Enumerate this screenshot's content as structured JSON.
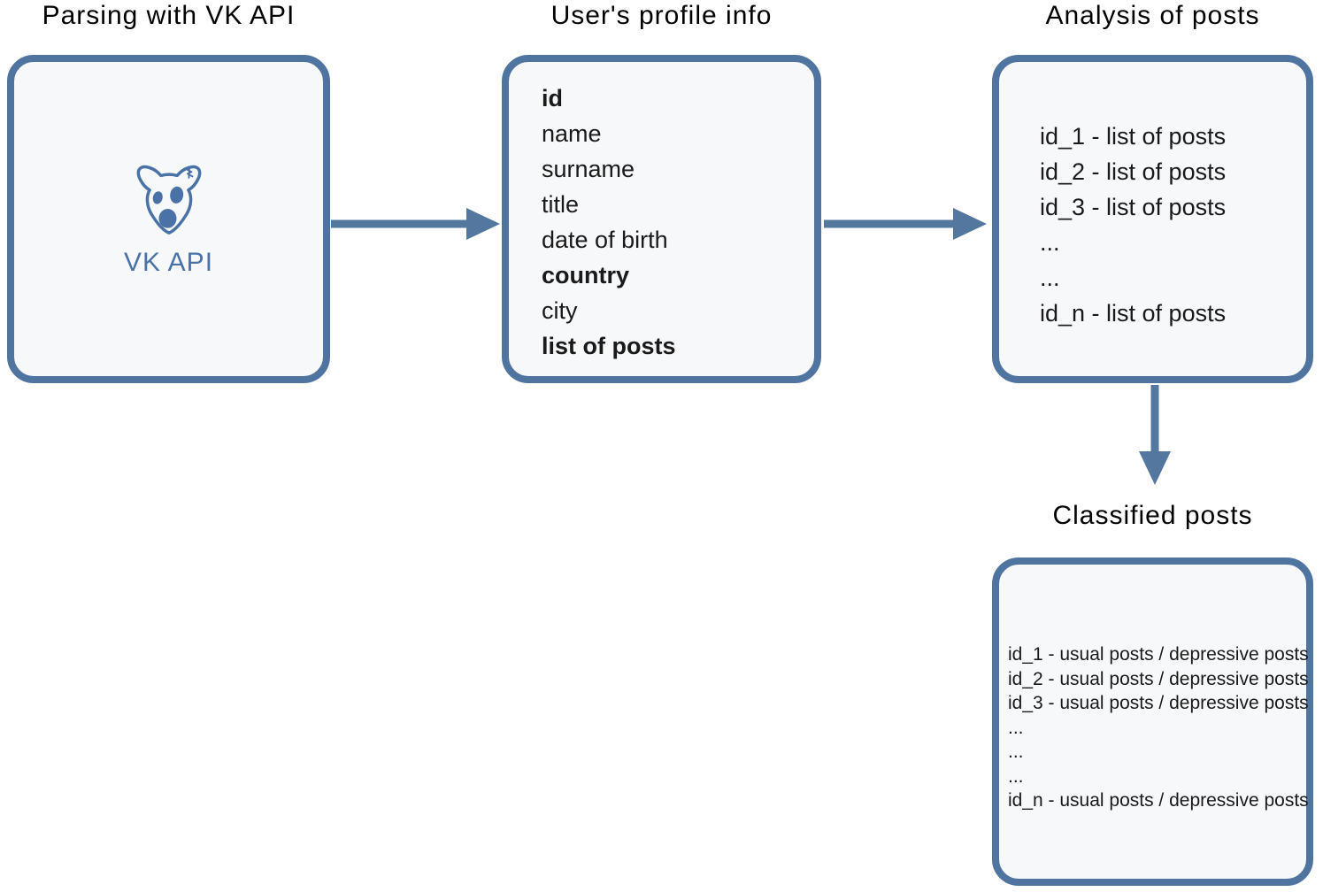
{
  "colors": {
    "box_border": "#4f74a0",
    "box_fill": "#f7f8fa",
    "arrow": "#54779f",
    "vk_blue": "#4a72a6",
    "title_text": "#000000",
    "body_text": "#1a1a1a"
  },
  "steps": {
    "parsing": {
      "title": "Parsing with VK API",
      "icon": "vk-dog-icon",
      "caption": "VK API"
    },
    "profile": {
      "title": "User's profile info",
      "fields": [
        {
          "text": "id",
          "bold": true
        },
        {
          "text": "name",
          "bold": false
        },
        {
          "text": "surname",
          "bold": false
        },
        {
          "text": "title",
          "bold": false
        },
        {
          "text": "date of birth",
          "bold": false
        },
        {
          "text": "country",
          "bold": true
        },
        {
          "text": "city",
          "bold": false
        },
        {
          "text": "list of posts",
          "bold": true
        }
      ]
    },
    "analysis": {
      "title": "Analysis of posts",
      "lines": [
        "id_1 - list of posts",
        "id_2 - list of posts",
        "id_3 - list of posts",
        "...",
        "...",
        "id_n - list of posts"
      ]
    },
    "classified": {
      "title": "Classified posts",
      "lines": [
        "id_1 - usual posts / depressive posts",
        "id_2 - usual posts / depressive posts",
        "id_3 - usual posts / depressive posts",
        "...",
        "...",
        "...",
        "id_n - usual posts / depressive posts"
      ]
    }
  }
}
